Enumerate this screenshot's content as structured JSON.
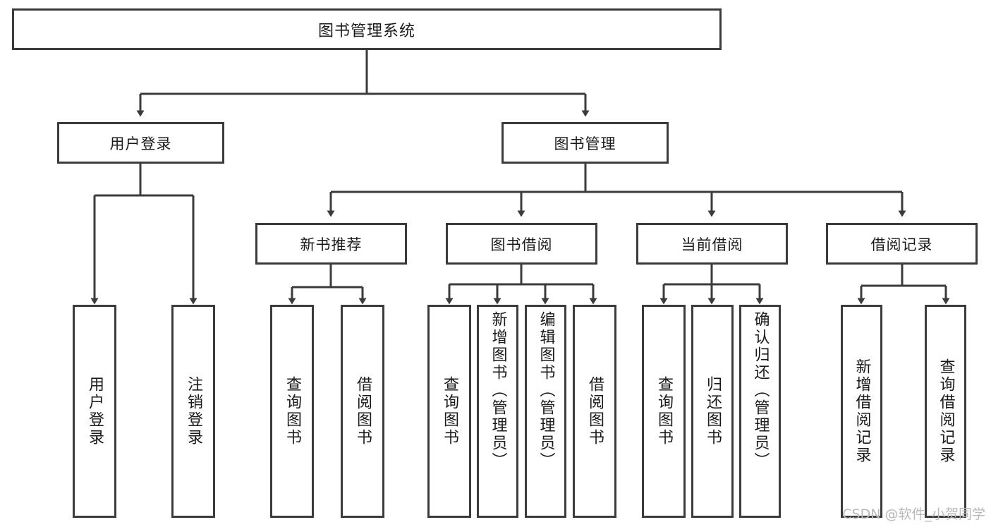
{
  "diagram": {
    "title": "图书管理系统",
    "type": "hierarchy-tree",
    "watermark": "CSDN @软件_小贺同学",
    "colors": {
      "stroke": "#3b3b3b",
      "fill": "#ffffff",
      "text": "#1a1a1a",
      "watermark": "#b9b9b9"
    },
    "nodes": {
      "root": {
        "label": "图书管理系统",
        "level": 0
      },
      "l1": [
        {
          "id": "user-login",
          "label": "用户登录"
        },
        {
          "id": "book-manage",
          "label": "图书管理"
        }
      ],
      "l2": [
        {
          "id": "new-book-rec",
          "label": "新书推荐"
        },
        {
          "id": "book-borrow",
          "label": "图书借阅"
        },
        {
          "id": "current-borrow",
          "label": "当前借阅"
        },
        {
          "id": "borrow-record",
          "label": "借阅记录"
        }
      ],
      "leaves": [
        {
          "id": "leaf-user-login",
          "label": "用户登录",
          "parent": "user-login"
        },
        {
          "id": "leaf-user-logout",
          "label": "注销登录",
          "parent": "user-login"
        },
        {
          "id": "leaf-query-book-1",
          "label": "查询图书",
          "parent": "new-book-rec"
        },
        {
          "id": "leaf-borrow-book-1",
          "label": "借阅图书",
          "parent": "new-book-rec"
        },
        {
          "id": "leaf-query-book-2",
          "label": "查询图书",
          "parent": "book-borrow"
        },
        {
          "id": "leaf-add-book",
          "label": "新增图书（管理员）",
          "parent": "book-borrow"
        },
        {
          "id": "leaf-edit-book",
          "label": "编辑图书（管理员）",
          "parent": "book-borrow"
        },
        {
          "id": "leaf-borrow-book-2",
          "label": "借阅图书",
          "parent": "book-borrow"
        },
        {
          "id": "leaf-query-book-3",
          "label": "查询图书",
          "parent": "current-borrow"
        },
        {
          "id": "leaf-return-book",
          "label": "归还图书",
          "parent": "current-borrow"
        },
        {
          "id": "leaf-confirm-return",
          "label": "确认归还（管理员）",
          "parent": "current-borrow"
        },
        {
          "id": "leaf-add-record",
          "label": "新增借阅记录",
          "parent": "borrow-record"
        },
        {
          "id": "leaf-query-record",
          "label": "查询借阅记录",
          "parent": "borrow-record"
        }
      ]
    }
  }
}
